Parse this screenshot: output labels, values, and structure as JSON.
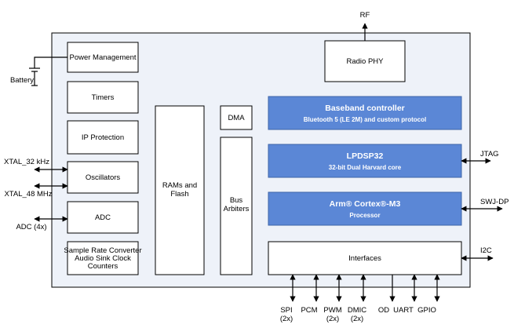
{
  "blocks": {
    "power_management": "Power Management",
    "timers": "Timers",
    "ip_protection": "IP Protection",
    "oscillators": "Oscillators",
    "adc": "ADC",
    "sample_rate": [
      "Sample Rate Converter",
      "Audio Sink Clock",
      "Counters"
    ],
    "rams_flash": [
      "RAMs and",
      "Flash"
    ],
    "dma": "DMA",
    "bus_arbiters": [
      "Bus",
      "Arbiters"
    ],
    "radio_phy": "Radio PHY",
    "baseband": {
      "title": "Baseband controller",
      "subtitle": "Bluetooth 5 (LE 2M) and custom protocol"
    },
    "lpdsp": {
      "title": "LPDSP32",
      "subtitle": "32-bit Dual Harvard core"
    },
    "cortex": {
      "title": "Arm® Cortex®-M3",
      "subtitle": "Processor"
    },
    "interfaces": "Interfaces"
  },
  "external": {
    "rf": "RF",
    "battery": "Battery",
    "xtal32": "XTAL_32 kHz",
    "xtal48": "XTAL_48 MHz",
    "adc4x": "ADC (4x)",
    "jtag": "JTAG",
    "swj_dp": "SWJ-DP",
    "i2c": "I2C",
    "spi": [
      "SPI",
      "(2x)"
    ],
    "pcm": "PCM",
    "pwm": [
      "PWM",
      "(2x)"
    ],
    "dmic": [
      "DMIC",
      "(2x)"
    ],
    "od": "OD",
    "uart": "UART",
    "gpio": "GPIO"
  },
  "colors": {
    "chip_background": "#eef2f9",
    "processor_blocks": "#5b87d6"
  }
}
